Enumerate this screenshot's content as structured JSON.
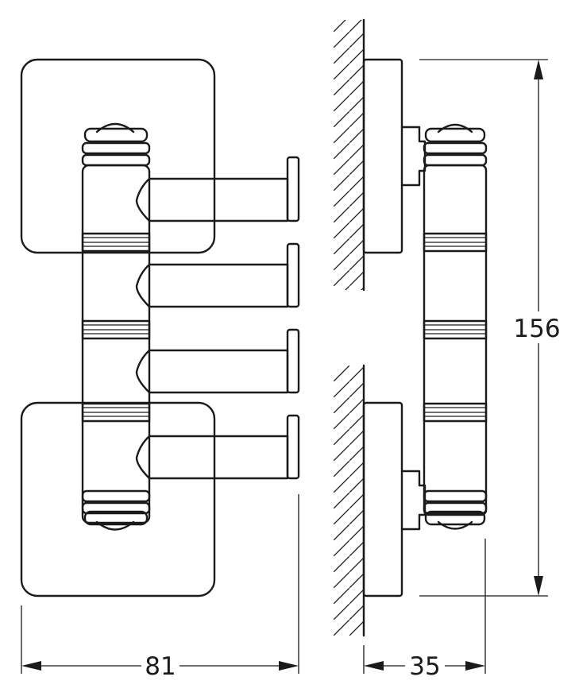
{
  "dimensions": {
    "width_label": "81",
    "depth_label": "35",
    "height_label": "156"
  }
}
